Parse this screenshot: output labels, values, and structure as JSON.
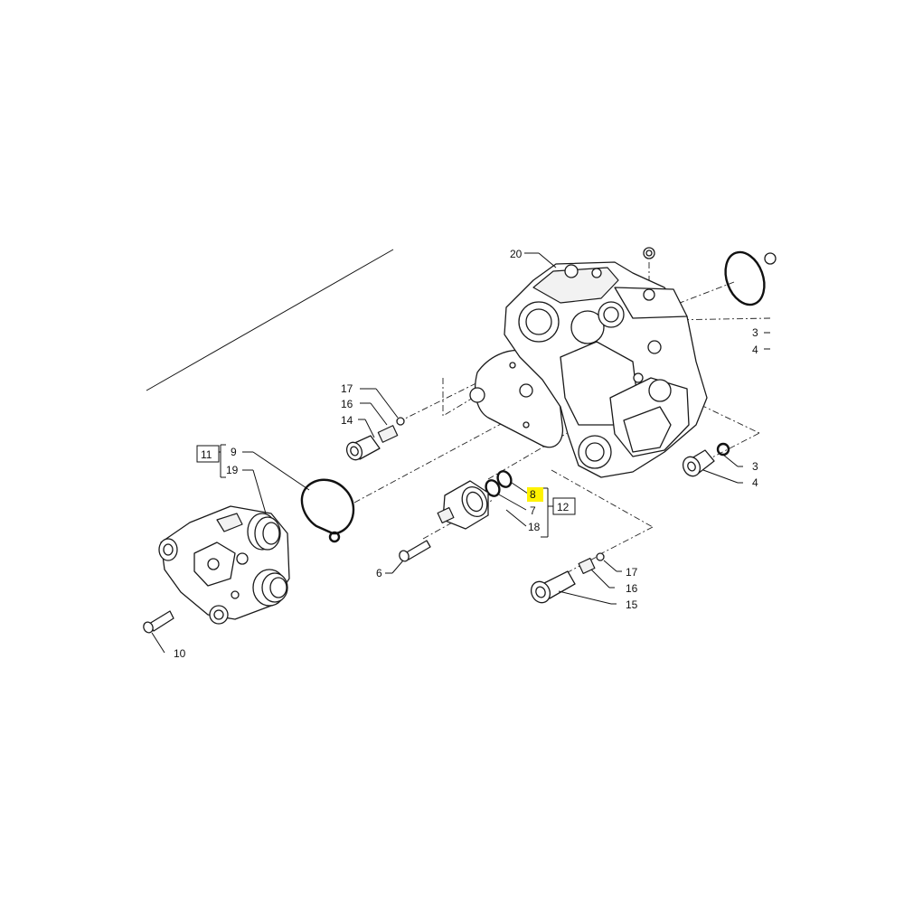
{
  "diagram": {
    "callouts": {
      "c20": "20",
      "c3_top": "3",
      "c4_top": "4",
      "c17_top": "17",
      "c16_top": "16",
      "c14": "14",
      "c11": "11",
      "c9": "9",
      "c19": "19",
      "c8": "8",
      "c7": "7",
      "c18": "18",
      "c12": "12",
      "c3_right": "3",
      "c4_right": "4",
      "c6": "6",
      "c17_bottom": "17",
      "c16_bottom": "16",
      "c15": "15",
      "c10": "10"
    },
    "highlighted_callout": "8",
    "highlight_color": "#fff200",
    "line_color": "#111111"
  }
}
